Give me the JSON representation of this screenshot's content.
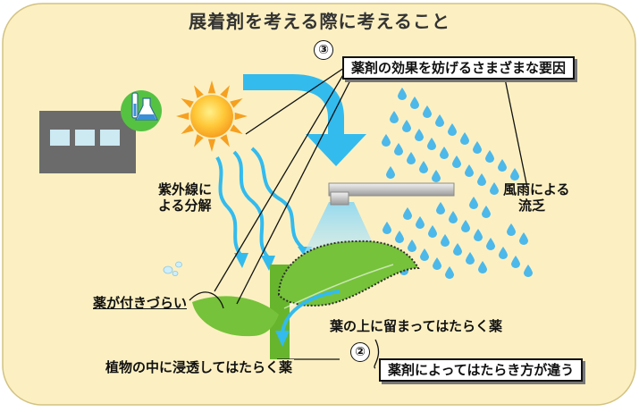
{
  "title": "展着剤を考える際に考えること",
  "callout_3": {
    "number": "③",
    "label": "薬剤の効果を妨げるさまざまな要因"
  },
  "callout_2": {
    "number": "②",
    "label": "薬剤によってはたらき方が違う"
  },
  "labels": {
    "uv_line1": "紫外線に",
    "uv_line2": "よる分解",
    "rain_line1": "風雨による",
    "rain_line2": "流乏",
    "hard_to_stick": "薬が付きづらい",
    "on_leaf": "葉の上に留まってはたらく薬",
    "penetrate": "植物の中に浸透してはたらく薬"
  },
  "colors": {
    "background": "#fcf0c2",
    "frame_border": "#d2c282",
    "sun": "#f6a020",
    "arrow_blue": "#33bbee",
    "raindrop": "#4db8ea",
    "leaf": "#76c23a",
    "stem": "#67b52d",
    "factory": "#6b6b6b",
    "flask_badge": "#56c242"
  }
}
